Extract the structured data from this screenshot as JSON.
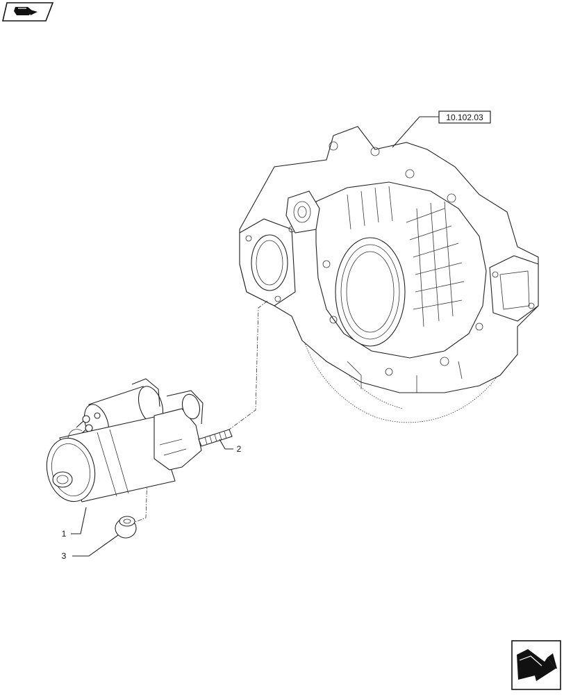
{
  "header": {
    "icon": "book-arrow-icon"
  },
  "diagram": {
    "reference": "10.102.03",
    "callouts": [
      {
        "id": "callout-1",
        "label": "1"
      },
      {
        "id": "callout-2",
        "label": "2"
      },
      {
        "id": "callout-3",
        "label": "3"
      }
    ]
  },
  "footer": {
    "icon": "next-page-arrow-icon"
  }
}
